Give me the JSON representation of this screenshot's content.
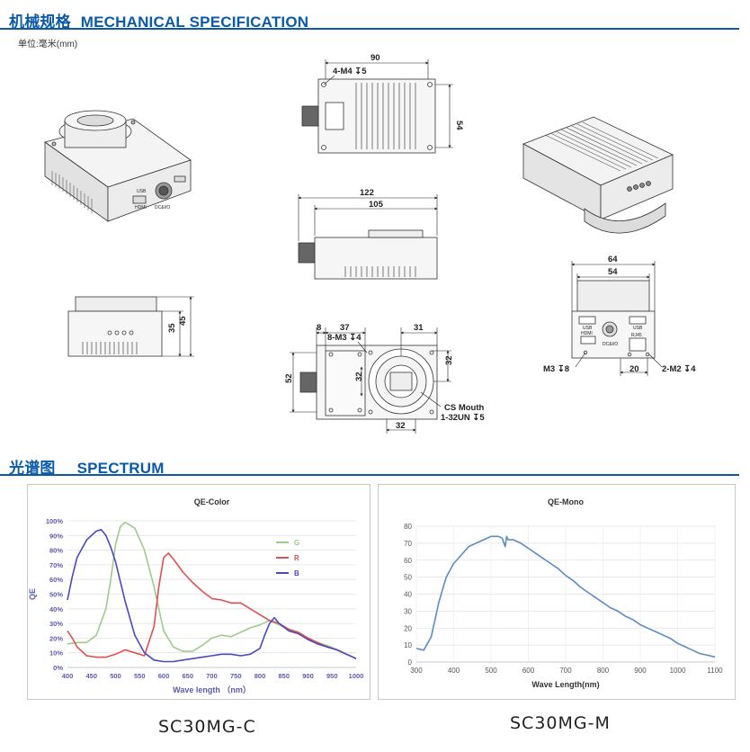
{
  "mech": {
    "title_cn": "机械规格",
    "title_en": "MECHANICAL SPECIFICATION",
    "unit_note": "单位:毫米(mm)"
  },
  "dims": {
    "top_width": "90",
    "top_holes": "4-M4 ↧5",
    "top_height": "54",
    "side_total": "122",
    "side_body": "105",
    "left_h1": "35",
    "left_h2": "45",
    "front_8": "8",
    "front_37": "37",
    "front_31": "31",
    "front_holes": "8-M3 ↧4",
    "front_52": "52",
    "front_32a": "32",
    "front_32b": "32",
    "front_32c": "32",
    "cs_mouth": "CS Mouth",
    "cs_thread": "1-32UN ↧5",
    "rear_64": "64",
    "rear_54": "54",
    "rear_m3": "M3 ↧8",
    "rear_20": "20",
    "rear_m2": "2-M2 ↧4"
  },
  "ports": {
    "usb": "USB",
    "hdmi": "HDMI",
    "dcio": "DC&I/O",
    "rj45": "RJ45"
  },
  "spectrum": {
    "title_cn": "光谱图",
    "title_en": "SPECTRUM"
  },
  "chart_data": [
    {
      "type": "line",
      "title": "QE-Color",
      "xlabel": "Wave length （nm）",
      "ylabel": "QE",
      "xlim": [
        400,
        1000
      ],
      "ylim": [
        0,
        100
      ],
      "x_ticks": [
        400,
        450,
        500,
        550,
        600,
        650,
        700,
        750,
        800,
        850,
        900,
        950,
        1000
      ],
      "y_ticks": [
        "0%",
        "10%",
        "20%",
        "30%",
        "40%",
        "50%",
        "60%",
        "70%",
        "80%",
        "90%",
        "100%"
      ],
      "grid": true,
      "legend": "right",
      "series": [
        {
          "name": "G",
          "color": "#9dcc8a",
          "x": [
            400,
            420,
            440,
            460,
            480,
            490,
            500,
            510,
            520,
            540,
            560,
            580,
            600,
            620,
            640,
            660,
            680,
            700,
            720,
            740,
            760,
            780,
            800,
            820,
            840,
            860,
            880,
            900,
            920,
            940,
            960,
            980,
            1000
          ],
          "y": [
            16,
            17,
            17,
            22,
            40,
            60,
            84,
            96,
            99,
            95,
            80,
            55,
            25,
            14,
            11,
            11,
            15,
            20,
            22,
            21,
            24,
            27,
            29,
            32,
            29,
            26,
            24,
            20,
            17,
            15,
            12,
            9,
            6
          ]
        },
        {
          "name": "R",
          "color": "#e05050",
          "x": [
            400,
            410,
            420,
            440,
            460,
            480,
            500,
            520,
            540,
            560,
            580,
            590,
            600,
            610,
            620,
            640,
            660,
            680,
            700,
            720,
            740,
            760,
            780,
            800,
            820,
            840,
            860,
            880,
            900,
            920,
            940,
            960,
            980,
            1000
          ],
          "y": [
            25,
            20,
            14,
            8,
            7,
            7,
            9,
            12,
            10,
            8,
            28,
            55,
            75,
            78,
            74,
            65,
            58,
            52,
            47,
            46,
            44,
            44,
            40,
            36,
            32,
            30,
            26,
            24,
            20,
            17,
            14,
            12,
            9,
            6
          ]
        },
        {
          "name": "B",
          "color": "#4a4ac0",
          "x": [
            400,
            410,
            420,
            440,
            460,
            470,
            480,
            490,
            500,
            520,
            540,
            560,
            580,
            600,
            620,
            640,
            660,
            680,
            700,
            720,
            740,
            760,
            780,
            800,
            810,
            820,
            830,
            840,
            860,
            880,
            900,
            920,
            940,
            960,
            980,
            1000
          ],
          "y": [
            46,
            62,
            75,
            87,
            93,
            94,
            90,
            82,
            72,
            45,
            22,
            10,
            5,
            4,
            4,
            5,
            6,
            7,
            8,
            9,
            9,
            8,
            9,
            13,
            22,
            30,
            34,
            30,
            25,
            23,
            19,
            16,
            14,
            12,
            9,
            6
          ]
        }
      ]
    },
    {
      "type": "line",
      "title": "QE-Mono",
      "xlabel": "Wave Length(nm)",
      "ylabel": "",
      "xlim": [
        300,
        1100
      ],
      "ylim": [
        0,
        80
      ],
      "x_ticks": [
        300,
        400,
        500,
        600,
        700,
        800,
        900,
        1000,
        1100
      ],
      "y_ticks": [
        0,
        10,
        20,
        30,
        40,
        50,
        60,
        70,
        80
      ],
      "grid": true,
      "series": [
        {
          "color": "#5d8cc0",
          "x": [
            300,
            320,
            340,
            360,
            380,
            400,
            420,
            440,
            460,
            480,
            500,
            520,
            530,
            538,
            542,
            546,
            560,
            580,
            600,
            620,
            640,
            660,
            680,
            700,
            720,
            740,
            760,
            780,
            800,
            820,
            840,
            860,
            880,
            900,
            920,
            940,
            960,
            980,
            1000,
            1020,
            1040,
            1060,
            1080,
            1100
          ],
          "y": [
            8,
            7,
            15,
            35,
            50,
            58,
            63,
            68,
            70,
            72,
            74,
            74,
            73,
            68,
            74,
            72,
            72,
            70,
            67,
            64,
            61,
            58,
            55,
            51,
            48,
            44,
            41,
            38,
            35,
            32,
            30,
            27,
            25,
            22,
            20,
            18,
            16,
            14,
            11,
            9,
            7,
            5,
            4,
            3
          ]
        }
      ]
    }
  ],
  "models": {
    "left": "SC30MG-C",
    "right": "SC30MG-M"
  }
}
